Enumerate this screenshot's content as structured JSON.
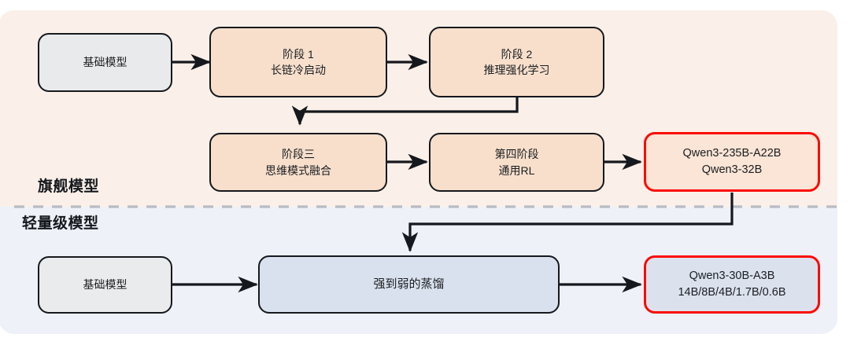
{
  "diagram": {
    "title_flagship": "旗舰模型",
    "title_lightweight": "轻量级模型",
    "colors": {
      "flagship_panel": "#fbf0e9",
      "lightweight_panel": "#eef1f7",
      "stage_fill": "#f7dfcc",
      "base_fill": "#e8eaec",
      "distill_fill": "#d9e1ee",
      "highlight_border": "#fb0b05",
      "node_border": "#15181d",
      "divider": "#b8bcc2"
    },
    "flagship": {
      "base": {
        "line1": "基础模型"
      },
      "stage1": {
        "line1": "阶段 1",
        "line2": "长链冷启动"
      },
      "stage2": {
        "line1": "阶段 2",
        "line2": "推理强化学习"
      },
      "stage3": {
        "line1": "阶段三",
        "line2": "思维模式融合"
      },
      "stage4": {
        "line1": "第四阶段",
        "line2": "通用RL"
      },
      "output": {
        "line1": "Qwen3-235B-A22B",
        "line2": "Qwen3-32B"
      }
    },
    "lightweight": {
      "base": {
        "line1": "基础模型"
      },
      "distill": {
        "line1": "强到弱的蒸馏"
      },
      "output": {
        "line1": "Qwen3-30B-A3B",
        "line2": "14B/8B/4B/1.7B/0.6B"
      }
    }
  }
}
